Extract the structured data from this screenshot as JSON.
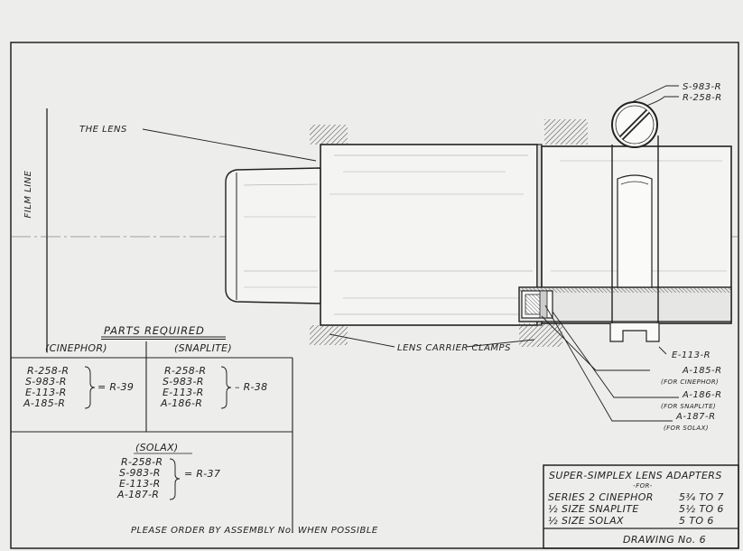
{
  "labels": {
    "film_line": "FILM LINE",
    "the_lens": "THE LENS",
    "lens_carrier_clamps": "LENS CARRIER CLAMPS",
    "callouts_top": [
      "S-983-R",
      "R-258-R"
    ],
    "callouts_right": [
      {
        "part": "E-113-R",
        "note": ""
      },
      {
        "part": "A-185-R",
        "note": "(FOR CINEPHOR)"
      },
      {
        "part": "A-186-R",
        "note": "(FOR SNAPLITE)"
      },
      {
        "part": "A-187-R",
        "note": "(FOR SOLAX)"
      }
    ]
  },
  "parts_required": {
    "heading": "PARTS REQUIRED",
    "groups": [
      {
        "name": "(CINEPHOR)",
        "parts": [
          "R-258-R",
          "S-983-R",
          "E-113-R",
          "A-185-R"
        ],
        "result": "= R-39"
      },
      {
        "name": "(SNAPLITE)",
        "parts": [
          "R-258-R",
          "S-983-R",
          "E-113-R",
          "A-186-R"
        ],
        "result": "– R-38"
      },
      {
        "name": "(SOLAX)",
        "parts": [
          "R-258-R",
          "S-983-R",
          "E-113-R",
          "A-187-R"
        ],
        "result": "= R-37"
      }
    ]
  },
  "footer_note": "PLEASE ORDER BY ASSEMBLY No. WHEN POSSIBLE",
  "title_block": {
    "title": "SUPER-SIMPLEX LENS ADAPTERS",
    "subtitle": "-FOR-",
    "rows": [
      {
        "series": "SERIES 2 CINEPHOR",
        "range": "5¾ TO 7"
      },
      {
        "series": "½ SIZE SNAPLITE",
        "range": "5½ TO 6"
      },
      {
        "series": "½ SIZE SOLAX",
        "range": "5 TO 6"
      }
    ],
    "drawing_no": "DRAWING No. 6"
  }
}
